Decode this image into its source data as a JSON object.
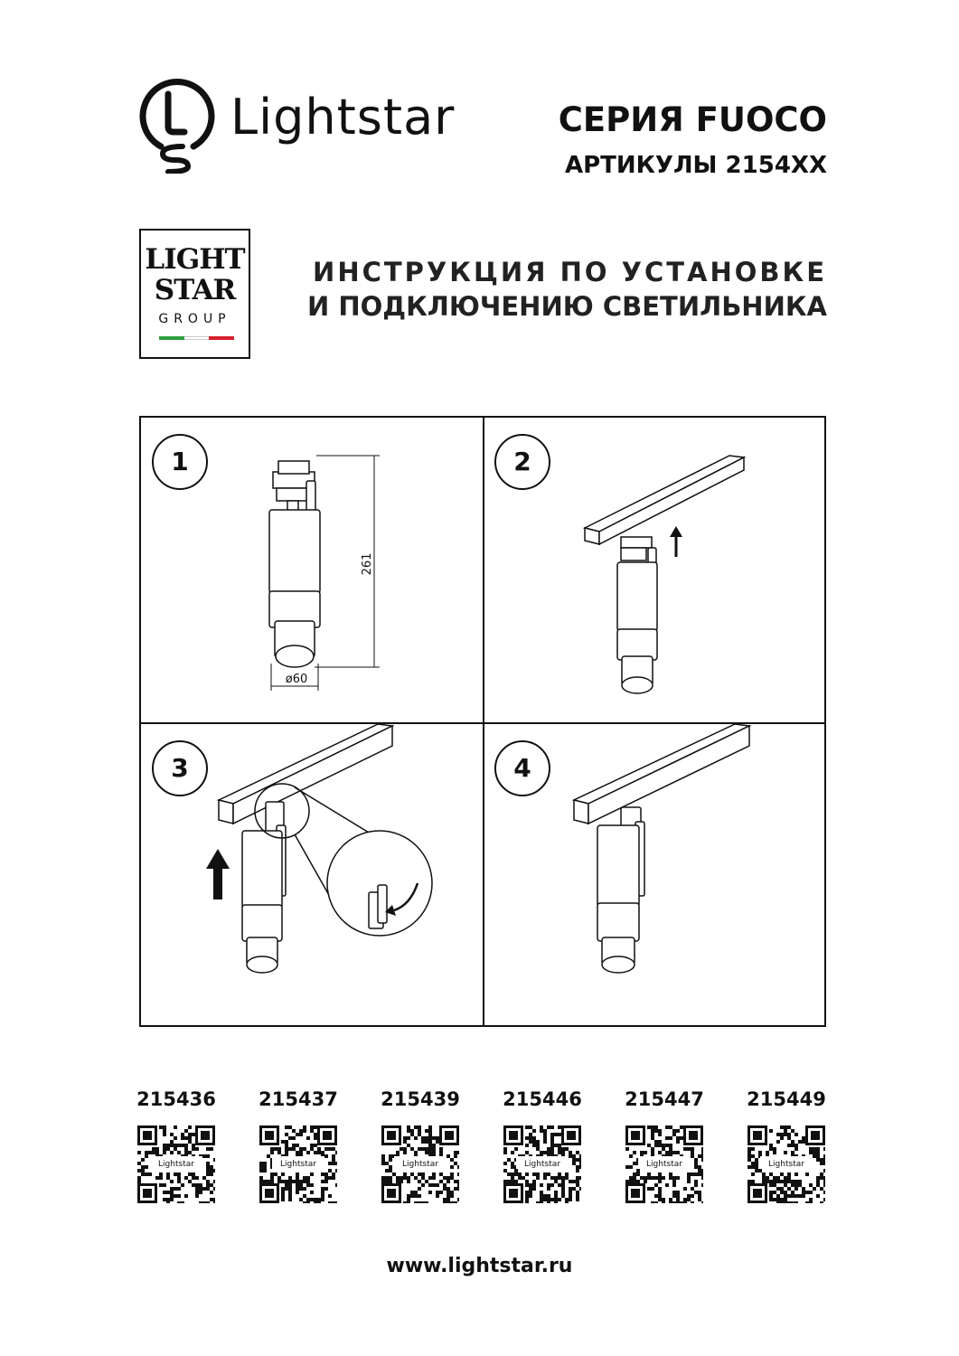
{
  "header": {
    "brand": "Lightstar",
    "series": "СЕРИЯ FUOCO",
    "articles": "АРТИКУЛЫ 2154XX"
  },
  "group_logo": {
    "line1": "LIGHT",
    "line2": "STAR",
    "line3": "GROUP",
    "flag_colors": [
      "#2e9e3f",
      "#ffffff",
      "#d4202c"
    ]
  },
  "instruction": {
    "line1": "ИНСТРУКЦИЯ ПО УСТАНОВКЕ",
    "line2": "И ПОДКЛЮЧЕНИЮ СВЕТИЛЬНИКА"
  },
  "steps": [
    {
      "number": "1",
      "dimension_height": "261",
      "dimension_diameter": "ø60"
    },
    {
      "number": "2"
    },
    {
      "number": "3"
    },
    {
      "number": "4"
    }
  ],
  "qr_codes": [
    {
      "article": "215436",
      "caption": "Lightstar"
    },
    {
      "article": "215437",
      "caption": "Lightstar"
    },
    {
      "article": "215439",
      "caption": "Lightstar"
    },
    {
      "article": "215446",
      "caption": "Lightstar"
    },
    {
      "article": "215447",
      "caption": "Lightstar"
    },
    {
      "article": "215449",
      "caption": "Lightstar"
    }
  ],
  "footer": {
    "website": "www.lightstar.ru"
  }
}
